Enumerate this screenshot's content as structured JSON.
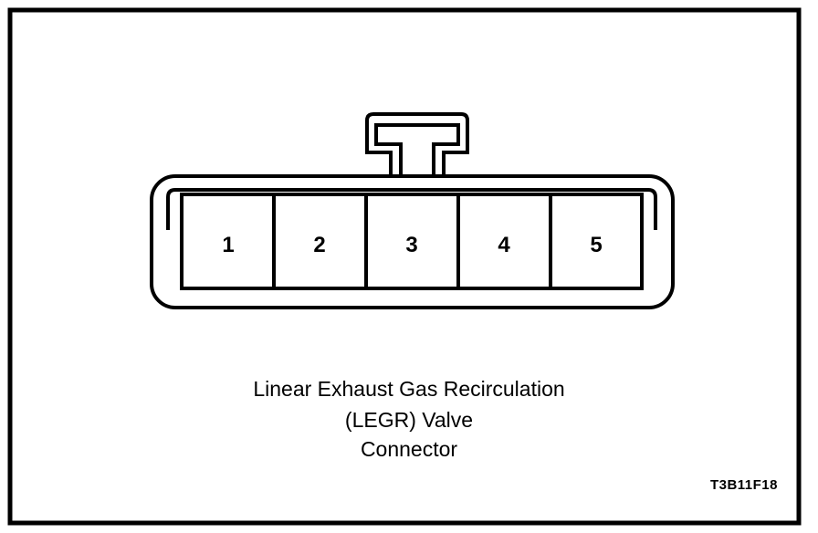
{
  "diagram": {
    "pins": [
      "1",
      "2",
      "3",
      "4",
      "5"
    ],
    "caption": {
      "line1": "Linear Exhaust Gas Recirculation",
      "line2": "(LEGR) Valve",
      "line3": "Connector"
    },
    "figure_code": "T3B11F18"
  }
}
